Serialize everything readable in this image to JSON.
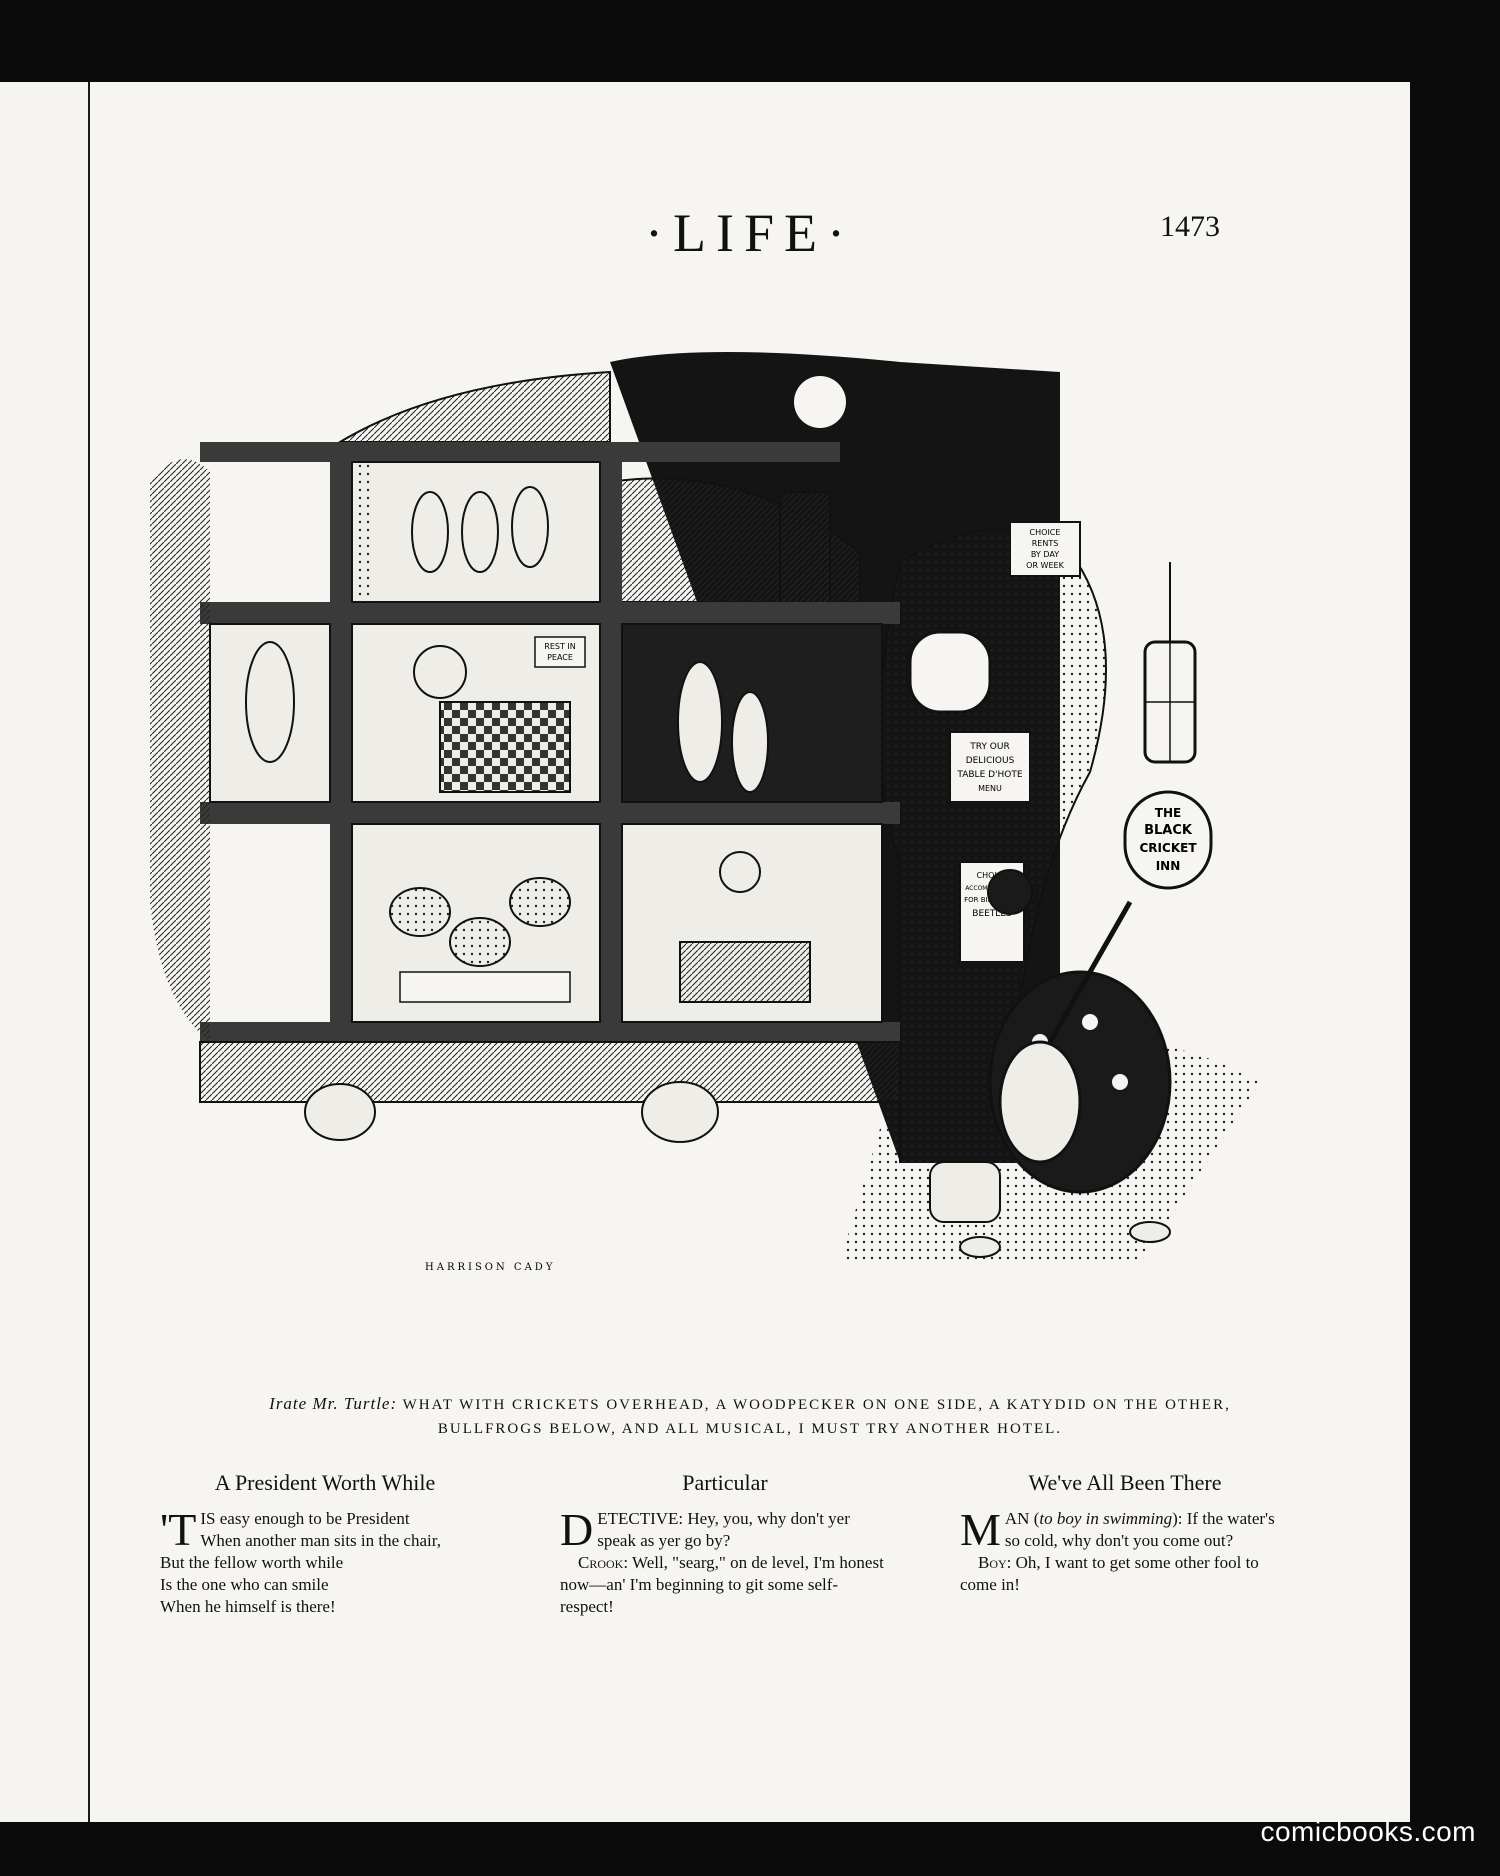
{
  "masthead": "·LIFE·",
  "page_number": "1473",
  "illustration": {
    "signature": "HARRISON CADY",
    "signs": {
      "choice_rents": [
        "CHOICE",
        "RENTS",
        "BY DAY",
        "OR WEEK"
      ],
      "rest_in_peace": [
        "REST IN",
        "PEACE"
      ],
      "menu": [
        "TRY OUR",
        "DELICIOUS",
        "TABLE D'HOTE",
        "MENU"
      ],
      "inn": [
        "THE",
        "BLACK",
        "CRICKET",
        "INN"
      ],
      "accommodations": [
        "CHOICE",
        "ACCOMODATIONS",
        "FOR BIRDS AND",
        "BEETLES"
      ]
    }
  },
  "caption": {
    "speaker": "Irate Mr. Turtle:",
    "line1": "WHAT WITH CRICKETS OVERHEAD, A WOODPECKER ON ONE SIDE, A KATYDID ON THE OTHER,",
    "line2": "BULLFROGS BELOW, AND ALL MUSICAL, I MUST TRY ANOTHER HOTEL."
  },
  "articles": [
    {
      "title": "A President Worth While",
      "dropcap": "'T",
      "lines": [
        "IS easy enough to be President",
        "When another man sits in the chair,",
        "But the fellow worth while",
        "Is the one who can smile",
        "When he himself is there!"
      ]
    },
    {
      "title": "Particular",
      "dropcap": "D",
      "p1": "ETECTIVE: Hey, you, why don't yer speak as yer go by?",
      "p2_speaker": "Crook",
      "p2": ": Well, \"searg,\" on de level, I'm honest now—an' I'm beginning to git some self-respect!"
    },
    {
      "title": "We've All Been There",
      "dropcap": "M",
      "p1_a": "AN (",
      "p1_italic": "to boy in swimming",
      "p1_b": "): If the water's so cold, why don't you come out?",
      "p2_speaker": "Boy",
      "p2": ": Oh, I want to get some other fool to come in!"
    }
  ],
  "watermark": "comicbooks.com"
}
